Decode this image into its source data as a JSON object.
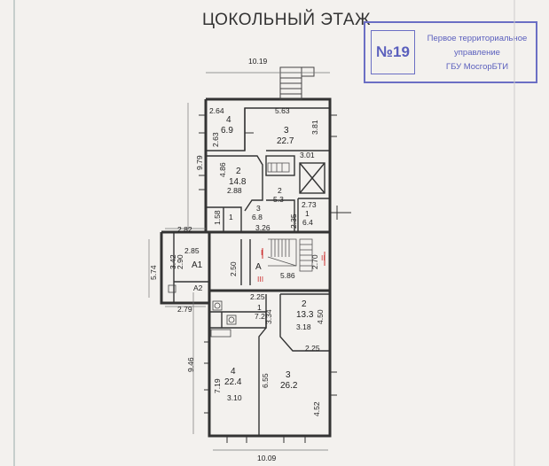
{
  "header": {
    "title": "ЦОКОЛЬНЫЙ ЭТАЖ"
  },
  "stamp": {
    "number": "№19",
    "line1": "Первое территориальное",
    "line2": "управление",
    "line3": "ГБУ МосгорБТИ",
    "color": "#6b6fc4"
  },
  "plan": {
    "dims": {
      "top_width": "10.19",
      "bottom_width": "10.09",
      "left_upper": "9.79",
      "left_lower": "9.46",
      "left_stair": "5.74",
      "annex_top": "2.82",
      "annex_bottom": "2.79"
    },
    "rooms": [
      {
        "num": "4",
        "area": "6.9",
        "w": "2.64",
        "h": "2.63"
      },
      {
        "num": "3",
        "area": "22.7",
        "w": "5.63",
        "h": "3.81"
      },
      {
        "num": "2",
        "area": "14.8",
        "w": "2.88",
        "h": "4.86"
      },
      {
        "num": "2",
        "area": "5.3"
      },
      {
        "num": "3",
        "area": "6.8",
        "w": "3.26"
      },
      {
        "num": "1",
        "area": "6.4",
        "w": "2.73",
        "h": "2.35"
      },
      {
        "num": "1",
        "w": "1.58"
      },
      {
        "num": "A1",
        "w": "2.85",
        "h": "2.90",
        "h2": "3.42"
      },
      {
        "num": "A2"
      },
      {
        "num": "A",
        "w": "5.86",
        "h": "2.50",
        "h2": "2.70"
      },
      {
        "num": "1",
        "area": "7.2",
        "w": "2.25",
        "h": "3.34"
      },
      {
        "num": "2",
        "area": "13.3",
        "w": "3.18",
        "h": "4.50",
        "w2": "2.25"
      },
      {
        "num": "4",
        "area": "22.4",
        "w": "3.10",
        "h": "7.19"
      },
      {
        "num": "3",
        "area": "26.2",
        "h": "6.55",
        "h2": "4.52"
      }
    ],
    "extra_dims": {
      "d301": "3.01"
    },
    "stairs_mark": "III",
    "marks": [
      "I",
      "II"
    ]
  }
}
